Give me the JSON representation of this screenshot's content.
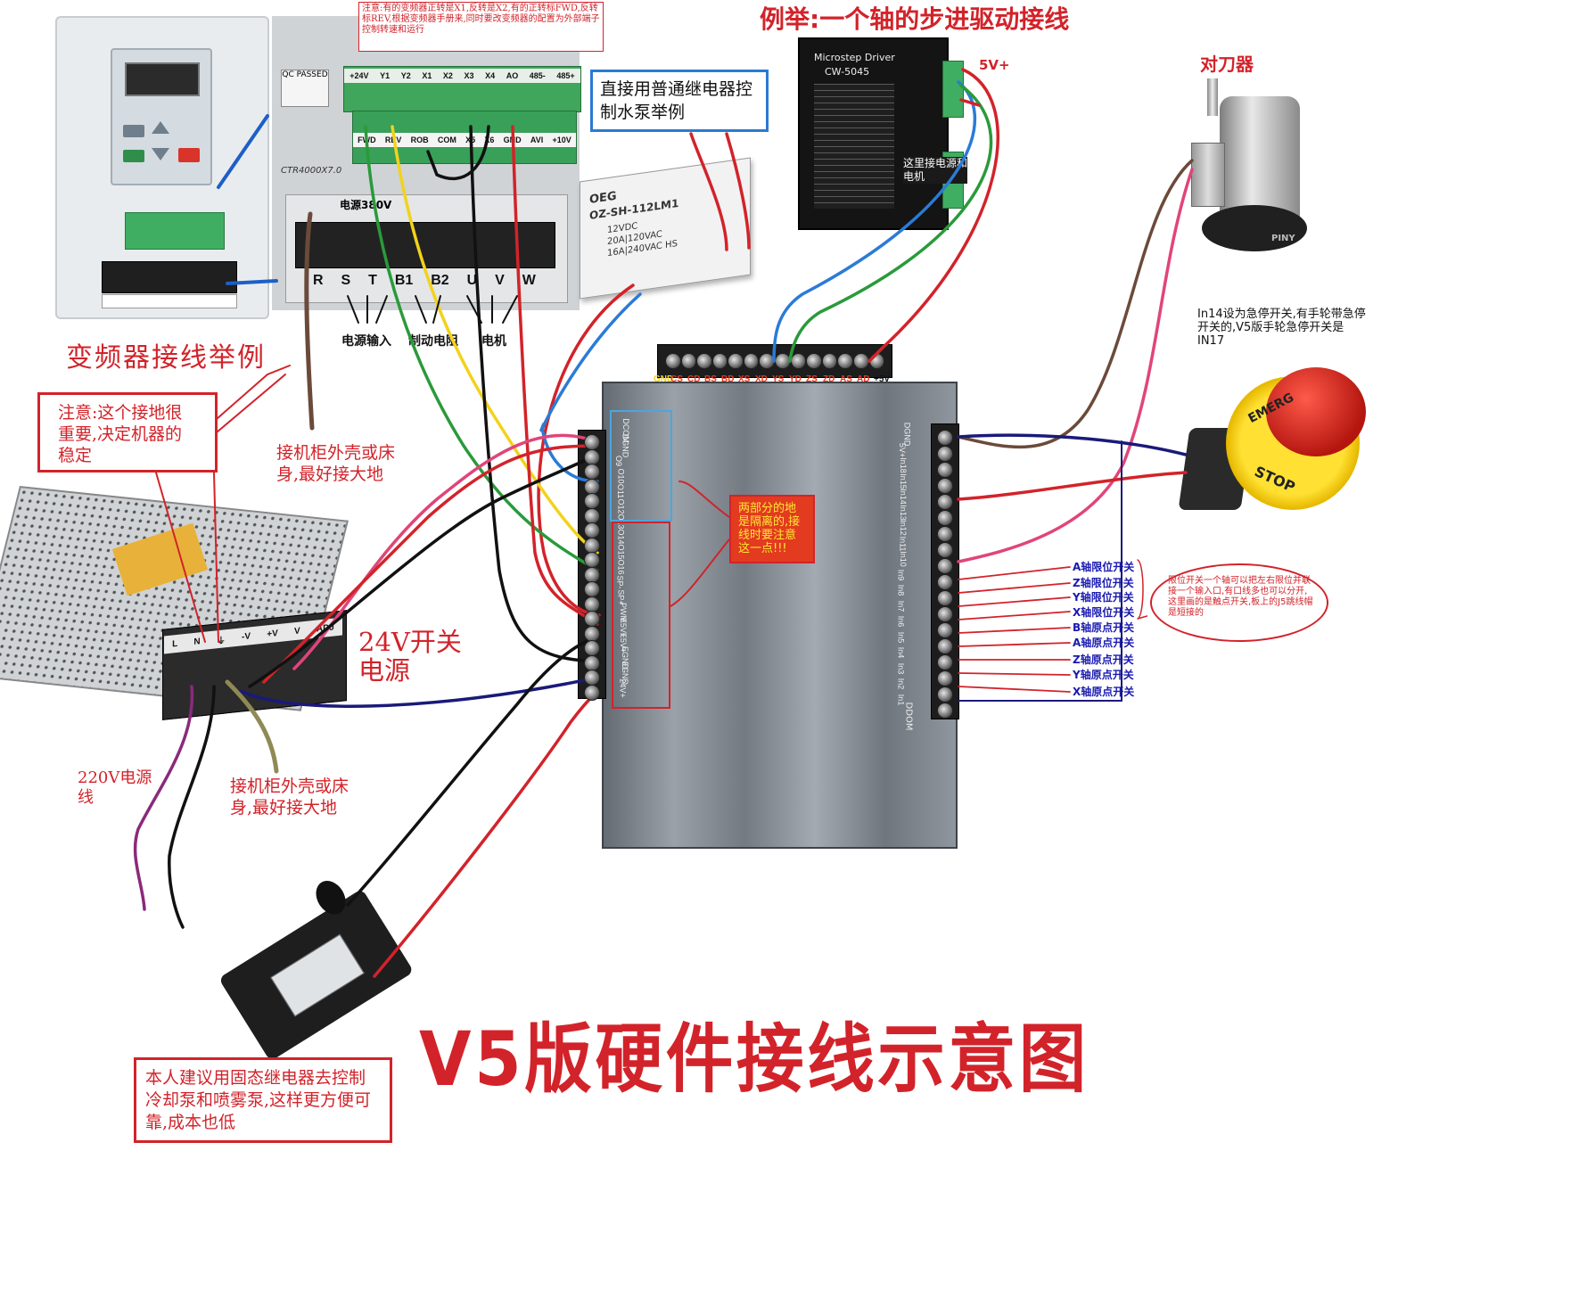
{
  "title": "V5版硬件接线示意图",
  "stepper": {
    "heading": "例举:一个轴的步进驱动接线",
    "supply_label": "5V+",
    "driver_name": "Microstep Driver",
    "driver_model": "CW-5045",
    "power_note": "这里接电源和电机"
  },
  "vfd": {
    "note": "注意:有的变频器正转是X1,反转是X2,有的正转标FWD,反转标REV,根据变频器手册来,同时要改变频器的配置为外部端子控制转速和运行",
    "caption": "变频器接线举例",
    "upper_terms": [
      "+24V",
      "Y1",
      "Y2",
      "X1",
      "X2",
      "X3",
      "X4",
      "AO",
      "485-",
      "485+"
    ],
    "lower_terms": [
      "FWD",
      "REV",
      "ROB",
      "COM",
      "X5",
      "X6",
      "GND",
      "AVI",
      "+10V"
    ],
    "power_terms": [
      "R",
      "S",
      "T",
      "B1",
      "B2",
      "U",
      "V",
      "W"
    ],
    "group_labels": [
      "电源输入",
      "制动电阻",
      "电机"
    ],
    "panel_text": "电源380V",
    "board_text": "CTR4000X7.0",
    "qc_text": "QC PASSED"
  },
  "relay": {
    "note": "直接用普通继电器控制水泵举例",
    "brand": "OEG",
    "model": "OZ-SH-112LM1",
    "spec": "12VDC 20A|120VAC 16A|240VAC HS"
  },
  "ground_note": "注意:这个接地很重要,决定机器的稳定",
  "chassis_note_top": "接机柜外壳或床身,最好接大地",
  "chassis_note_bottom": "接机柜外壳或床身,最好接大地",
  "psu": {
    "label": "24V开关电源",
    "terminals": [
      "L",
      "N",
      "⏚",
      "-V",
      "+V",
      "V",
      "ADJ"
    ]
  },
  "mains_label": "220V电源线",
  "ssr_note": "本人建议用固态继电器去控制冷却泵和喷雾泵,这样更方便可靠,成本也低",
  "controller": {
    "top_terms": [
      "GND",
      "CS",
      "CD",
      "BS",
      "BD",
      "XS",
      "XD",
      "YS",
      "YD",
      "ZS",
      "ZD",
      "AS",
      "AD",
      "+5V"
    ],
    "left_terms": [
      "DCOM",
      "DGND",
      "O9",
      "O10",
      "O11",
      "O12",
      "O13",
      "O14",
      "O15",
      "O16",
      "SP-",
      "SP+",
      "PWM",
      "E5V+",
      "E5V+",
      "EGND",
      "EGND",
      "24V+"
    ],
    "right_terms": [
      "DGND",
      "5V+",
      "In18",
      "In15",
      "In14",
      "In13",
      "In12",
      "In11",
      "In10",
      "In9",
      "In8",
      "In7",
      "In6",
      "In5",
      "In4",
      "In3",
      "In2",
      "In1"
    ],
    "isolation_note": "两部分的地是隔离的,接线时要注意这一点!!!",
    "vertical_text": "DDOM"
  },
  "probe_label": "对刀器",
  "probe_brand": "PINY",
  "estop": {
    "note": "In14设为急停开关,有手轮带急停开关的,V5版手轮急停开关是IN17",
    "text_top": "EMERG",
    "text_bottom": "STOP"
  },
  "limits": [
    "A轴限位开关",
    "Z轴限位开关",
    "Y轴限位开关",
    "X轴限位开关",
    "B轴原点开关",
    "A轴原点开关",
    "Z轴原点开关",
    "Y轴原点开关",
    "X轴原点开关"
  ],
  "limit_note": "限位开关一个轴可以把左右限位并联接一个输入口,有口线多也可以分开,这里画的是触点开关,板上的J5跳线帽是短接的",
  "colors": {
    "accent_red": "#d2232a",
    "wire_blue": "#2b7bd6",
    "wire_green": "#2a9a3a",
    "wire_yellow": "#f2d21c",
    "wire_black": "#111111",
    "wire_navy": "#1a1a7a",
    "wire_pink": "#e0457a",
    "wire_brown": "#6b4a3a",
    "wire_purple": "#8a2a7a",
    "wire_olive": "#8f8a55",
    "label_blue": "#1a1ab0"
  }
}
